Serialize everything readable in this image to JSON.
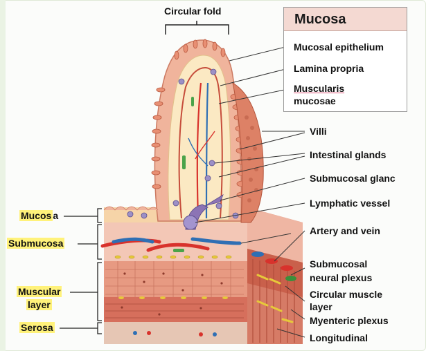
{
  "top_label": "Circular fold",
  "legend": {
    "title": "Mucosa",
    "items": [
      "Mucosal epithelium",
      "Lamina propria",
      "Muscularis",
      "mucosae"
    ]
  },
  "right_labels": {
    "villi": "Villi",
    "intestinal_glands": "Intestinal glands",
    "submucosal_gland": "Submucosal glanc",
    "lymphatic_vessel": "Lymphatic vessel",
    "artery_vein": "Artery and vein",
    "submucosal_plexus_1": "Submucosal",
    "submucosal_plexus_2": "neural plexus",
    "circular_muscle_1": "Circular muscle",
    "circular_muscle_2": "layer",
    "myenteric_plexus": "Myenteric plexus",
    "longitudinal": "Longitudinal"
  },
  "left_labels": {
    "mucosa_highlight": "Mucos",
    "mucosa_rest": "a",
    "submucosa": "Submucosa",
    "muscular_1": "Muscular",
    "muscular_2": "layer",
    "serosa": "Serosa"
  },
  "colors": {
    "highlight": "#fff27a",
    "tissue_pink": "#f2b7a5",
    "muscle_red": "#d9725e",
    "lamina_cream": "#fbe9c3",
    "artery": "#d8322c",
    "vein": "#2f6fb4",
    "nerve_yellow": "#e7c93a",
    "lymph_purple": "#8c74b5"
  }
}
